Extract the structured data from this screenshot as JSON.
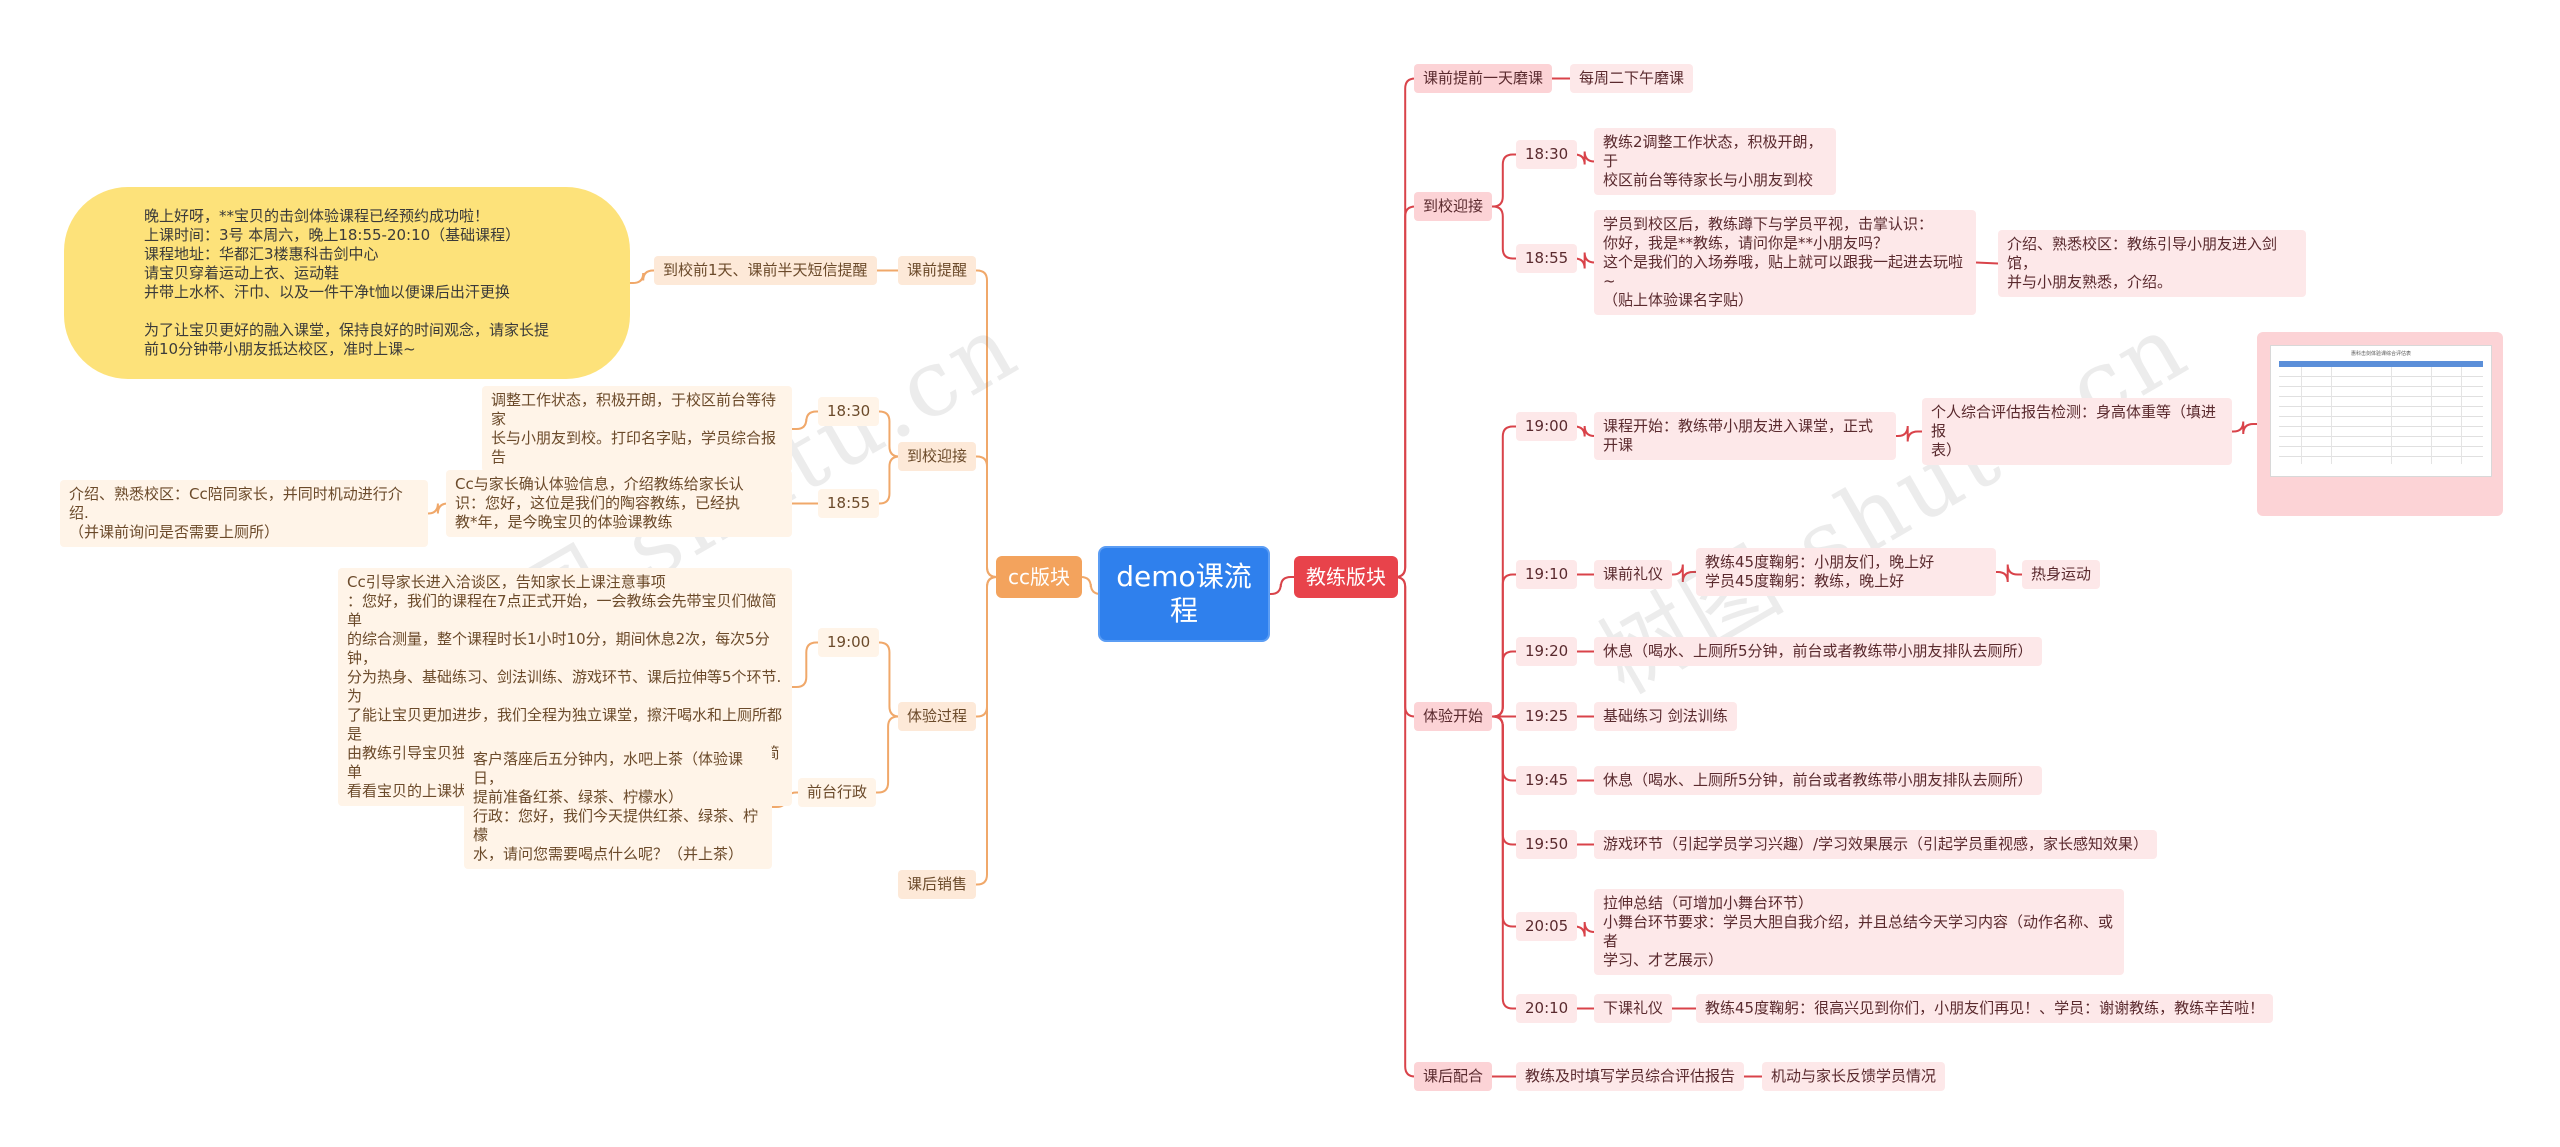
{
  "colors": {
    "root": "#2f80ed",
    "left_branch": "#f3a35d",
    "right_branch": "#e8434b",
    "left_line": "#f0a86a",
    "right_line": "#d9434a",
    "sms_bubble": "#fde27a"
  },
  "watermark": [
    "树图 shutu.cn",
    "树图 shutu.cn"
  ],
  "root": "demo课流程",
  "left": {
    "label": "cc版块",
    "pre_reminder": {
      "label": "课前提醒",
      "sub": "到校前1天、课前半天短信提醒",
      "sms": "晚上好呀，**宝贝的击剑体验课程已经预约成功啦！\n上课时间：3号 本周六，晚上18:55-20:10（基础课程）\n课程地址：华都汇3楼惠科击剑中心\n请宝贝穿着运动上衣、运动鞋\n并带上水杯、汗巾、以及一件干净t恤以便课后出汗更换\n\n为了让宝贝更好的融入课堂，保持良好的时间观念，请家长提\n前10分钟带小朋友抵达校区，准时上课~"
    },
    "arrival": {
      "label": "到校迎接",
      "t1830": "18:30",
      "t1830_text": "调整工作状态，积极开朗，于校区前台等待家\n长与小朋友到校。打印名字贴，学员综合报告",
      "t1855": "18:55",
      "t1855_text": "Cc与家长确认体验信息，介绍教练给家长认\n识：您好，这位是我们的陶容教练，已经执\n教*年，是今晚宝贝的体验课教练",
      "t1855_sub": "介绍、熟悉校区：Cc陪同家长，并同时机动进行介绍.\n（并课前询问是否需要上厕所）"
    },
    "experience": {
      "label": "体验过程",
      "t1900": "19:00",
      "t1900_text": "Cc引导家长进入洽谈区，告知家长上课注意事项\n：您好，我们的课程在7点正式开始，一会教练会先带宝贝们做简单\n的综合测量，整个课程时长1小时10分，期间休息2次，每次5分钟，\n分为热身、基础练习、剑法训练、游戏环节、课后拉伸等5个环节.为\n了能让宝贝更加进步，我们全程为独立课堂，擦汗喝水和上厕所都是\n由教练引导宝贝独立完成，家长不可以进入课堂内哦~您可以先简单\n看看宝贝的上课状态，有任何问题都可以随时找我哦~",
      "front": "前台行政",
      "front_text": "客户落座后五分钟内，水吧上茶（体验课日，\n提前准备红茶、绿茶、柠檬水）\n行政：您好，我们今天提供红茶、绿茶、柠檬\n水，请问您需要喝点什么呢？（并上茶）"
    },
    "post_sales": {
      "label": "课后销售"
    }
  },
  "right": {
    "label": "教练版块",
    "pre_class": {
      "label": "课前提前一天磨课",
      "sub": "每周二下午磨课"
    },
    "arrival": {
      "label": "到校迎接",
      "t1830": "18:30",
      "t1830_text": "教练2调整工作状态，积极开朗，于\n校区前台等待家长与小朋友到校",
      "t1855": "18:55",
      "t1855_text": "学员到校区后，教练蹲下与学员平视，击掌认识：\n你好，我是**教练，请问你是**小朋友吗？\n这个是我们的入场券哦，贴上就可以跟我一起进去玩啦~\n（贴上体验课名字贴）",
      "t1855_sub": "介绍、熟悉校区：教练引导小朋友进入剑馆，\n并与小朋友熟悉，介绍。"
    },
    "experience": {
      "label": "体验开始",
      "t1900": "19:00",
      "t1900_text": "课程开始：教练带小朋友进入课堂，正式开课",
      "t1900_sub": "个人综合评估报告检测：身高体重等（填进报\n表）",
      "thumb_title": "惠科击剑体验课综合评估表",
      "t1910": "19:10",
      "t1910_text": "课前礼仪",
      "t1910_sub": "教练45度鞠躬：小朋友们，晚上好\n学员45度鞠躬：教练，晚上好",
      "t1910_sub2": "热身运动",
      "t1920": "19:20",
      "t1920_text": "休息（喝水、上厕所5分钟，前台或者教练带小朋友排队去厕所）",
      "t1925": "19:25",
      "t1925_text": "基础练习 剑法训练",
      "t1945": "19:45",
      "t1945_text": "休息（喝水、上厕所5分钟，前台或者教练带小朋友排队去厕所）",
      "t1950": "19:50",
      "t1950_text": "游戏环节（引起学员学习兴趣）/学习效果展示（引起学员重视感，家长感知效果）",
      "t2005": "20:05",
      "t2005_text": "拉伸总结（可增加小舞台环节）\n小舞台环节要求：学员大胆自我介绍，并且总结今天学习内容（动作名称、或者\n学习、才艺展示）",
      "t2010": "20:10",
      "t2010_text": "下课礼仪",
      "t2010_sub": "教练45度鞠躬：很高兴见到你们，小朋友们再见！、学员：谢谢教练，教练辛苦啦！"
    },
    "after": {
      "label": "课后配合",
      "sub": "教练及时填写学员综合评估报告",
      "sub2": "机动与家长反馈学员情况"
    }
  }
}
